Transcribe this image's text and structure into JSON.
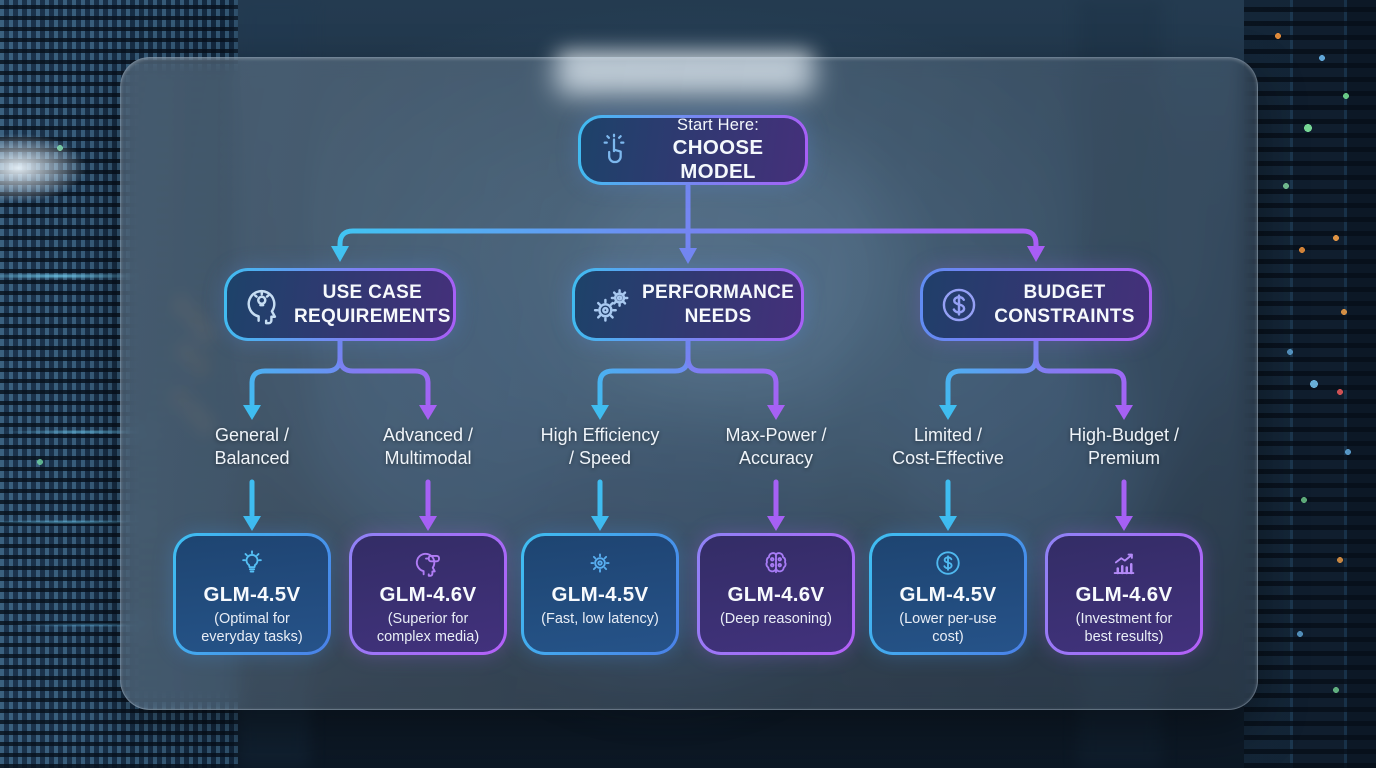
{
  "diagram": {
    "root": {
      "icon": "tap-click-icon",
      "line1": "Start Here:",
      "line2": "CHOOSE MODEL"
    },
    "branches": [
      {
        "icon": "head-idea-icon",
        "title": "USE CASE\nREQUIREMENTS",
        "options": [
          {
            "label": "General /\nBalanced",
            "model": "GLM-4.5V",
            "note": "(Optimal for\neveryday tasks)",
            "icon": "lightbulb-icon",
            "variant": "blue"
          },
          {
            "label": "Advanced /\nMultimodal",
            "model": "GLM-4.6V",
            "note": "(Superior for\ncomplex media)",
            "icon": "vr-headset-head-icon",
            "variant": "purple"
          }
        ]
      },
      {
        "icon": "gears-icon",
        "title": "PERFORMANCE\nNEEDS",
        "options": [
          {
            "label": "High Efficiency\n/ Speed",
            "model": "GLM-4.5V",
            "note": "(Fast, low latency)",
            "icon": "gear-icon",
            "variant": "blue"
          },
          {
            "label": "Max-Power /\nAccuracy",
            "model": "GLM-4.6V",
            "note": "(Deep reasoning)",
            "icon": "brain-icon",
            "variant": "purple"
          }
        ]
      },
      {
        "icon": "dollar-circle-icon",
        "title": "BUDGET\nCONSTRAINTS",
        "options": [
          {
            "label": "Limited /\nCost-Effective",
            "model": "GLM-4.5V",
            "note": "(Lower per-use\ncost)",
            "icon": "dollar-circle-icon",
            "variant": "blue"
          },
          {
            "label": "High-Budget /\nPremium",
            "model": "GLM-4.6V",
            "note": "(Investment for\nbest results)",
            "icon": "growth-chart-icon",
            "variant": "purple"
          }
        ]
      }
    ],
    "colors": {
      "accent_cyan": "#3fbdf0",
      "accent_blue": "#7486f2",
      "accent_purple": "#a95ef6",
      "leaf_blue_fill": "#224e82",
      "leaf_purple_fill": "#3a2f74"
    }
  }
}
